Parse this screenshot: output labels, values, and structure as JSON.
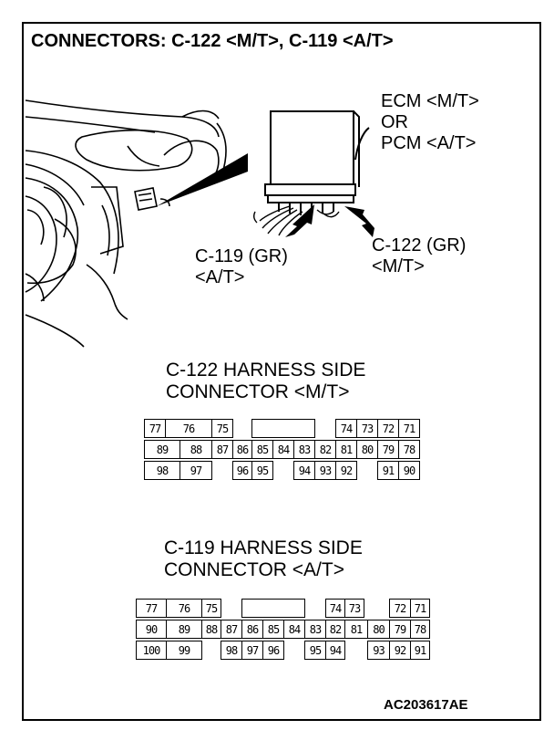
{
  "title": "CONNECTORS: C-122 <M/T>, C-119 <A/T>",
  "ecm_label": [
    "ECM <M/T>",
    "OR",
    "PCM <A/T>"
  ],
  "c119_callout": [
    "C-119 (GR)",
    "<A/T>"
  ],
  "c122_callout": [
    "C-122 (GR)",
    "<M/T>"
  ],
  "c122_heading": [
    "C-122 HARNESS SIDE",
    "CONNECTOR <M/T>"
  ],
  "c119_heading": [
    "C-119 HARNESS SIDE",
    "CONNECTOR <A/T>"
  ],
  "c122_pins": {
    "row1": [
      "77",
      "76",
      "75",
      "",
      "",
      "74",
      "73",
      "72",
      "71"
    ],
    "row2": [
      "89",
      "88",
      "87",
      "86",
      "85",
      "84",
      "83",
      "82",
      "81",
      "80",
      "79",
      "78"
    ],
    "row3": [
      "98",
      "97",
      "",
      "96",
      "95",
      "",
      "94",
      "93",
      "92",
      "",
      "91",
      "90"
    ]
  },
  "c119_pins": {
    "row1": [
      "77",
      "76",
      "75",
      "",
      "",
      "74",
      "73",
      "",
      "72",
      "71"
    ],
    "row2": [
      "90",
      "89",
      "88",
      "87",
      "86",
      "85",
      "84",
      "83",
      "82",
      "81",
      "80",
      "79",
      "78"
    ],
    "row3": [
      "100",
      "99",
      "",
      "98",
      "97",
      "96",
      "",
      "95",
      "94",
      "",
      "93",
      "92",
      "91"
    ]
  },
  "figure_code": "AC203617AE"
}
